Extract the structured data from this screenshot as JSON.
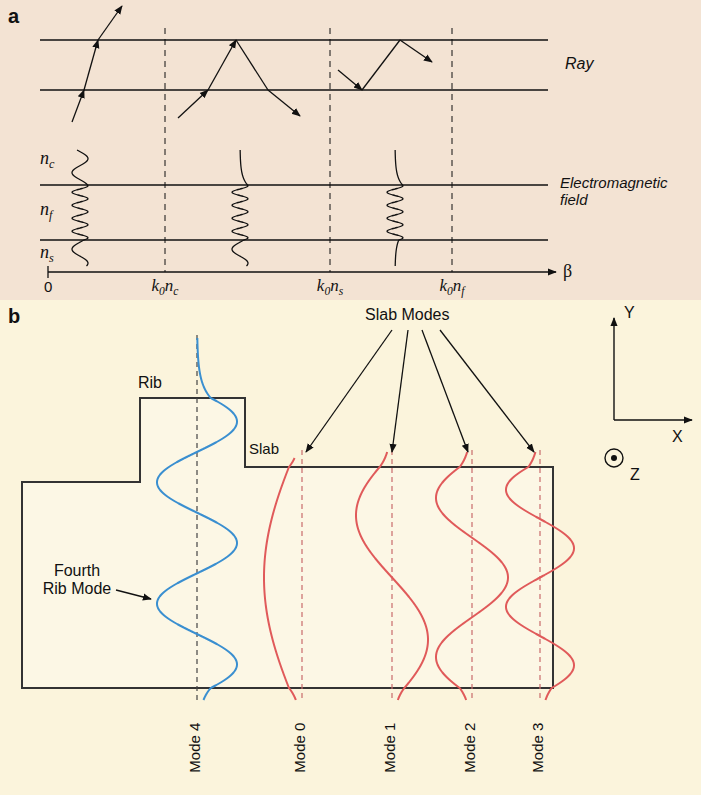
{
  "diagram": {
    "nodes": [
      {
        "text": [
          "a"
        ]
      },
      {
        "text": [
          "b"
        ]
      }
    ],
    "labels": [
      "Ray",
      "nc",
      "nf",
      "ns",
      "Electromagnetic field",
      "0",
      "k0nc",
      "k0ns",
      "k0nf",
      "β",
      "Rib",
      "Slab Modes",
      "Y",
      "Slab",
      "X",
      "Fourth Rib Mode",
      "Z",
      "Mode 4",
      "Mode 0",
      "Mode 1",
      "Mode 2",
      "Mode 3"
    ]
  }
}
